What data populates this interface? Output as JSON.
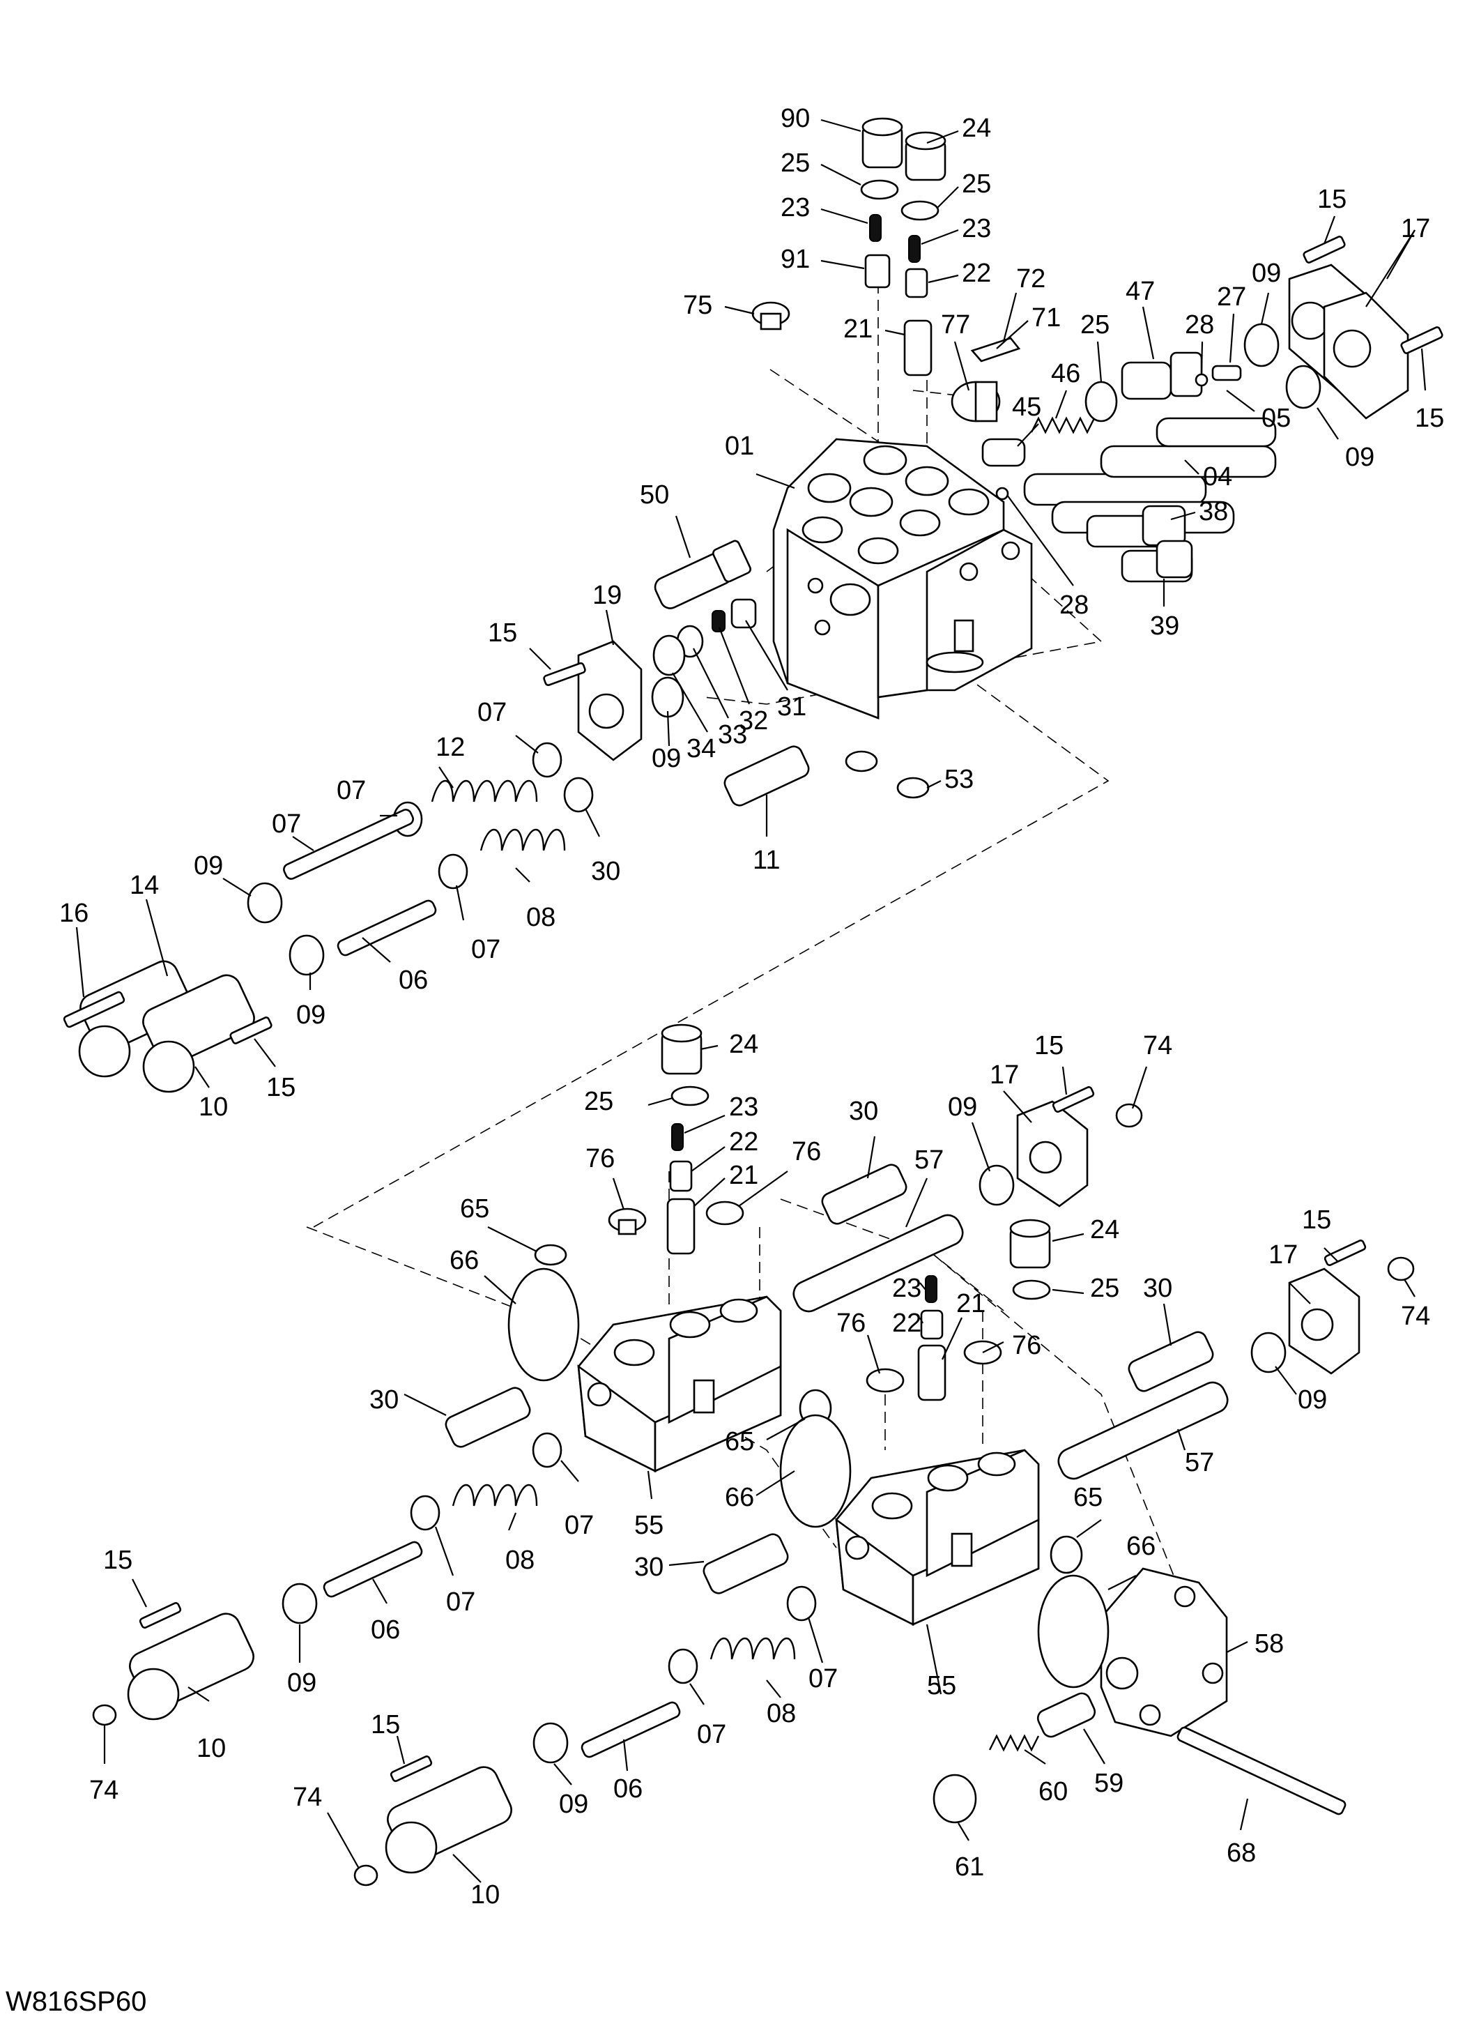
{
  "drawing_code": "W816SP60",
  "callouts": [
    {
      "id": "c90a",
      "text": "90"
    },
    {
      "id": "c24a",
      "text": "24"
    },
    {
      "id": "c25a",
      "text": "25"
    },
    {
      "id": "c25b",
      "text": "25"
    },
    {
      "id": "c23a",
      "text": "23"
    },
    {
      "id": "c23b",
      "text": "23"
    },
    {
      "id": "c91",
      "text": "91"
    },
    {
      "id": "c22a",
      "text": "22"
    },
    {
      "id": "c75",
      "text": "75"
    },
    {
      "id": "c21a",
      "text": "21"
    },
    {
      "id": "c72",
      "text": "72"
    },
    {
      "id": "c71",
      "text": "71"
    },
    {
      "id": "c77",
      "text": "77"
    },
    {
      "id": "c47",
      "text": "47"
    },
    {
      "id": "c25c",
      "text": "25"
    },
    {
      "id": "c28a",
      "text": "28"
    },
    {
      "id": "c27",
      "text": "27"
    },
    {
      "id": "c09a",
      "text": "09"
    },
    {
      "id": "c15a",
      "text": "15"
    },
    {
      "id": "c17a",
      "text": "17"
    },
    {
      "id": "c46",
      "text": "46"
    },
    {
      "id": "c45",
      "text": "45"
    },
    {
      "id": "c05",
      "text": "05"
    },
    {
      "id": "c15b",
      "text": "15"
    },
    {
      "id": "c09b",
      "text": "09"
    },
    {
      "id": "c01",
      "text": "01"
    },
    {
      "id": "c04",
      "text": "04"
    },
    {
      "id": "c50",
      "text": "50"
    },
    {
      "id": "c38",
      "text": "38"
    },
    {
      "id": "c28b",
      "text": "28"
    },
    {
      "id": "c39",
      "text": "39"
    },
    {
      "id": "c19",
      "text": "19"
    },
    {
      "id": "c15c",
      "text": "15"
    },
    {
      "id": "c31",
      "text": "31"
    },
    {
      "id": "c32",
      "text": "32"
    },
    {
      "id": "c33",
      "text": "33"
    },
    {
      "id": "c34",
      "text": "34"
    },
    {
      "id": "c09c",
      "text": "09"
    },
    {
      "id": "c07a",
      "text": "07"
    },
    {
      "id": "c12",
      "text": "12"
    },
    {
      "id": "c07b",
      "text": "07"
    },
    {
      "id": "c53",
      "text": "53"
    },
    {
      "id": "c30a",
      "text": "30"
    },
    {
      "id": "c11",
      "text": "11"
    },
    {
      "id": "c07c",
      "text": "07"
    },
    {
      "id": "c08a",
      "text": "08"
    },
    {
      "id": "c09d",
      "text": "09"
    },
    {
      "id": "c14",
      "text": "14"
    },
    {
      "id": "c16",
      "text": "16"
    },
    {
      "id": "c07d",
      "text": "07"
    },
    {
      "id": "c06a",
      "text": "06"
    },
    {
      "id": "c09e",
      "text": "09"
    },
    {
      "id": "c15d",
      "text": "15"
    },
    {
      "id": "c10a",
      "text": "10"
    },
    {
      "id": "c24b",
      "text": "24"
    },
    {
      "id": "c25d",
      "text": "25"
    },
    {
      "id": "c23c",
      "text": "23"
    },
    {
      "id": "c22b",
      "text": "22"
    },
    {
      "id": "c21b",
      "text": "21"
    },
    {
      "id": "c30b",
      "text": "30"
    },
    {
      "id": "c76a",
      "text": "76"
    },
    {
      "id": "c76b",
      "text": "76"
    },
    {
      "id": "c57a",
      "text": "57"
    },
    {
      "id": "c09f",
      "text": "09"
    },
    {
      "id": "c17b",
      "text": "17"
    },
    {
      "id": "c15e",
      "text": "15"
    },
    {
      "id": "c74a",
      "text": "74"
    },
    {
      "id": "c65a",
      "text": "65"
    },
    {
      "id": "c66a",
      "text": "66"
    },
    {
      "id": "c24c",
      "text": "24"
    },
    {
      "id": "c25e",
      "text": "25"
    },
    {
      "id": "c15f",
      "text": "15"
    },
    {
      "id": "c17c",
      "text": "17"
    },
    {
      "id": "c74b",
      "text": "74"
    },
    {
      "id": "c23d",
      "text": "23"
    },
    {
      "id": "c22c",
      "text": "22"
    },
    {
      "id": "c21c",
      "text": "21"
    },
    {
      "id": "c76c",
      "text": "76"
    },
    {
      "id": "c76d",
      "text": "76"
    },
    {
      "id": "c30c",
      "text": "30"
    },
    {
      "id": "c09g",
      "text": "09"
    },
    {
      "id": "c30d",
      "text": "30"
    },
    {
      "id": "c65b",
      "text": "65"
    },
    {
      "id": "c07e",
      "text": "07"
    },
    {
      "id": "c57b",
      "text": "57"
    },
    {
      "id": "c66b",
      "text": "66"
    },
    {
      "id": "c55a",
      "text": "55"
    },
    {
      "id": "c15g",
      "text": "15"
    },
    {
      "id": "c08b",
      "text": "08"
    },
    {
      "id": "c07f",
      "text": "07"
    },
    {
      "id": "c65c",
      "text": "65"
    },
    {
      "id": "c66c",
      "text": "66"
    },
    {
      "id": "c30e",
      "text": "30"
    },
    {
      "id": "c06b",
      "text": "06"
    },
    {
      "id": "c09h",
      "text": "09"
    },
    {
      "id": "c07g",
      "text": "07"
    },
    {
      "id": "c58",
      "text": "58"
    },
    {
      "id": "c10b",
      "text": "10"
    },
    {
      "id": "c74c",
      "text": "74"
    },
    {
      "id": "c55b",
      "text": "55"
    },
    {
      "id": "c08c",
      "text": "08"
    },
    {
      "id": "c07h",
      "text": "07"
    },
    {
      "id": "c15h",
      "text": "15"
    },
    {
      "id": "c06c",
      "text": "06"
    },
    {
      "id": "c59",
      "text": "59"
    },
    {
      "id": "c74d",
      "text": "74"
    },
    {
      "id": "c09i",
      "text": "09"
    },
    {
      "id": "c60",
      "text": "60"
    },
    {
      "id": "c68",
      "text": "68"
    },
    {
      "id": "c61",
      "text": "61"
    },
    {
      "id": "c10c",
      "text": "10"
    }
  ]
}
